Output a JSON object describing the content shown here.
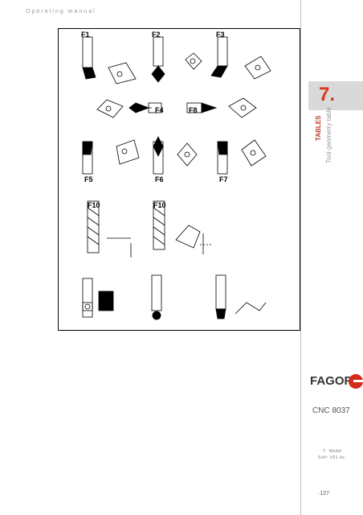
{
  "header": {
    "title": "Operating manual"
  },
  "chapter": {
    "number": "7.",
    "section": "TABLES",
    "subsection": "Tool geometry table"
  },
  "figure": {
    "labels": [
      "F1",
      "F2",
      "F3",
      "F4",
      "F8",
      "F5",
      "F6",
      "F7",
      "F10",
      "F10"
    ]
  },
  "brand": {
    "logo": "FAGOR",
    "model": "CNC 8037"
  },
  "footer": {
    "tmodel": "·T· Model",
    "soft": "Soft: V01.4x",
    "page": "·127·"
  }
}
